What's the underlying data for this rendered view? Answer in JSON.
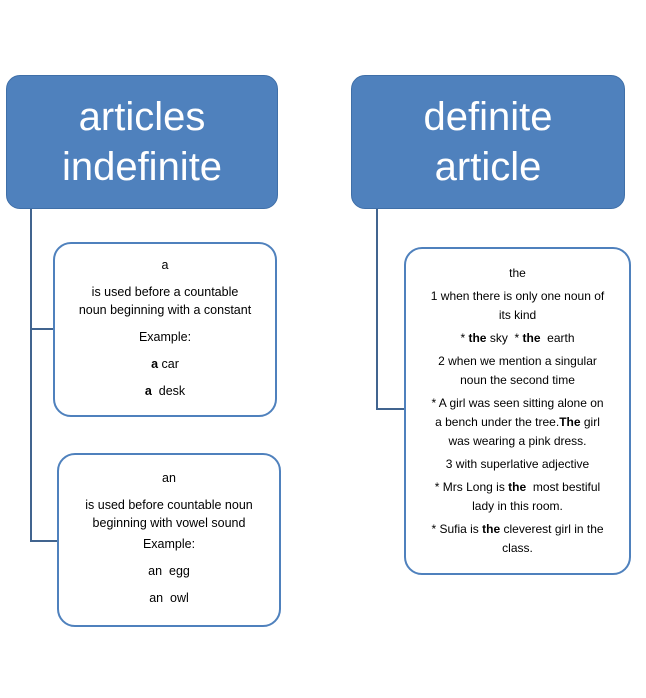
{
  "left_branch": {
    "header_line1": "articles",
    "header_line2": "indefinite",
    "card_a": {
      "word": "a",
      "rule_line1": "is used before a countable",
      "rule_line2": "noun beginning with a constant",
      "example_label": "Example:",
      "ex1_article": "a",
      "ex1_noun": "car",
      "ex2_article": "a",
      "ex2_noun": "desk"
    },
    "card_an": {
      "word": "an",
      "rule_line1": "is used before countable noun",
      "rule_line2": "beginning with vowel sound",
      "example_label": "Example:",
      "ex1_article": "an",
      "ex1_noun": "egg",
      "ex2_article": "an",
      "ex2_noun": "owl"
    }
  },
  "right_branch": {
    "header_line1": "definite",
    "header_line2": "article",
    "card_the": {
      "word": "the",
      "rule1_line1": "1   when there is only one noun of",
      "rule1_line2": "its kind",
      "ex1_a_prefix": "*",
      "ex1_a_article": "the",
      "ex1_a_noun": "sky",
      "ex1_b_prefix": "*",
      "ex1_b_article": "the",
      "ex1_b_noun": "earth",
      "rule2_line1": "2   when we mention a singular",
      "rule2_line2": "noun the second time",
      "ex2_line1": "*  A girl was seen sitting alone on",
      "ex2_line2_pre": "a bench under the tree.",
      "ex2_line2_article": "The",
      "ex2_line2_post": "girl",
      "ex2_line3": "was wearing a pink dress.",
      "rule3_line1": "3   with superlative adjective",
      "ex3_prefix": "*   Mrs Long is",
      "ex3_article": "the",
      "ex3_post": "most bestiful",
      "ex3_line2": "lady in this room.",
      "ex4_prefix": "*   Sufia is",
      "ex4_article": "the",
      "ex4_post": "cleverest girl in the",
      "ex4_line2": "class."
    }
  }
}
